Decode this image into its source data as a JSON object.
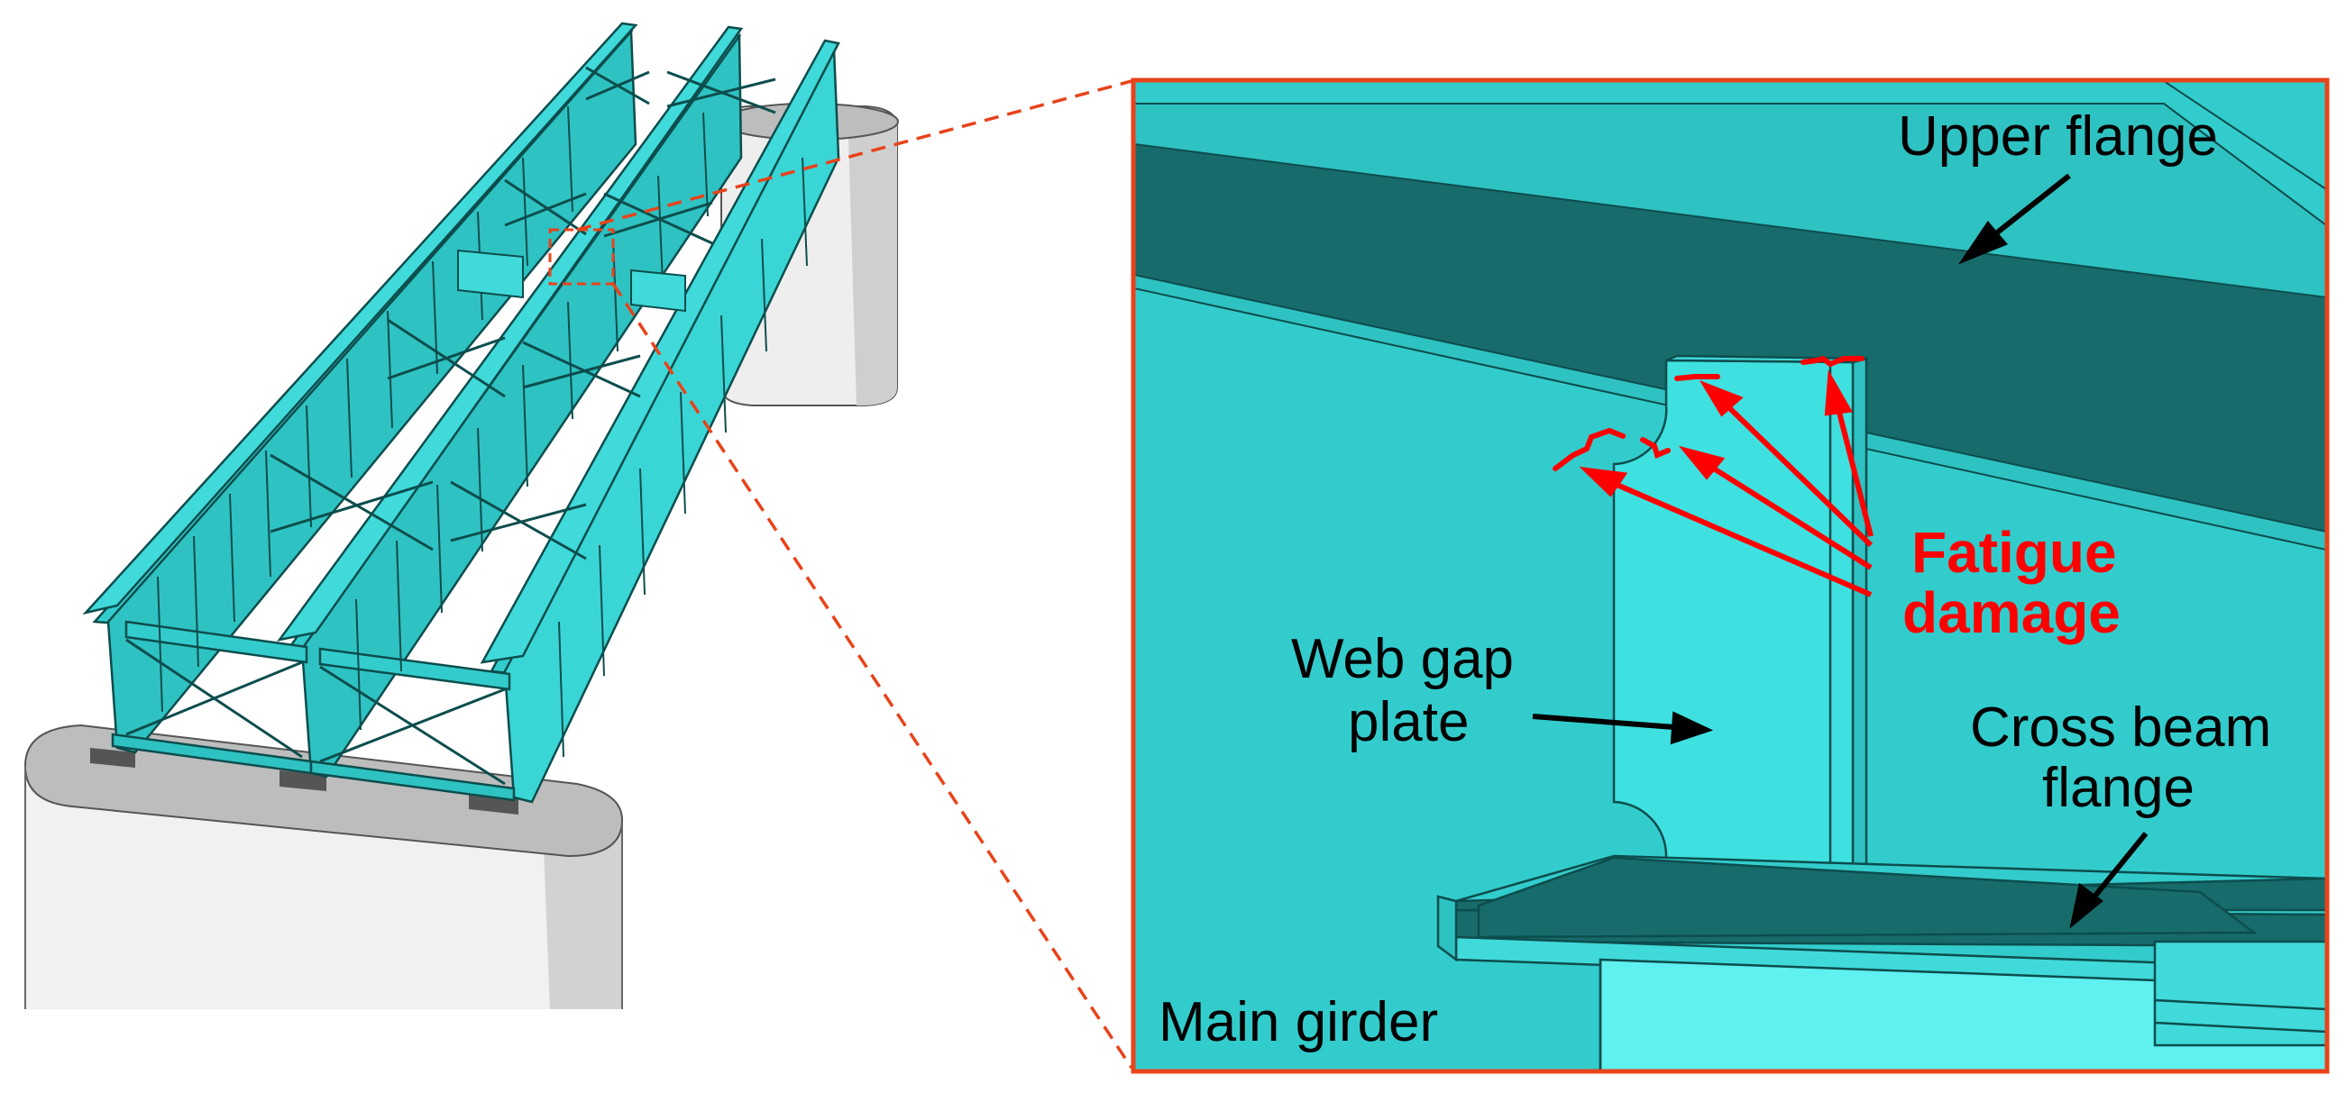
{
  "figure": {
    "bridge_view": {
      "description_label": ""
    },
    "detail_view": {
      "labels": {
        "upper_flange": "Upper flange",
        "fatigue_damage_line1": "Fatigue",
        "fatigue_damage_line2": "damage",
        "web_gap_plate_line1": "Web gap",
        "web_gap_plate_line2": "plate",
        "cross_beam_flange_line1": "Cross beam",
        "cross_beam_flange_line2": "flange",
        "main_girder": "Main girder"
      }
    },
    "colors": {
      "steel": "#33cccc",
      "steel_light": "#3fe0e0",
      "steel_dark": "#176b6b",
      "pier": "#e8e8e8",
      "pier_cap": "#bdbdbd",
      "callout_box": "#e8431a",
      "damage": "#ff0000"
    }
  }
}
